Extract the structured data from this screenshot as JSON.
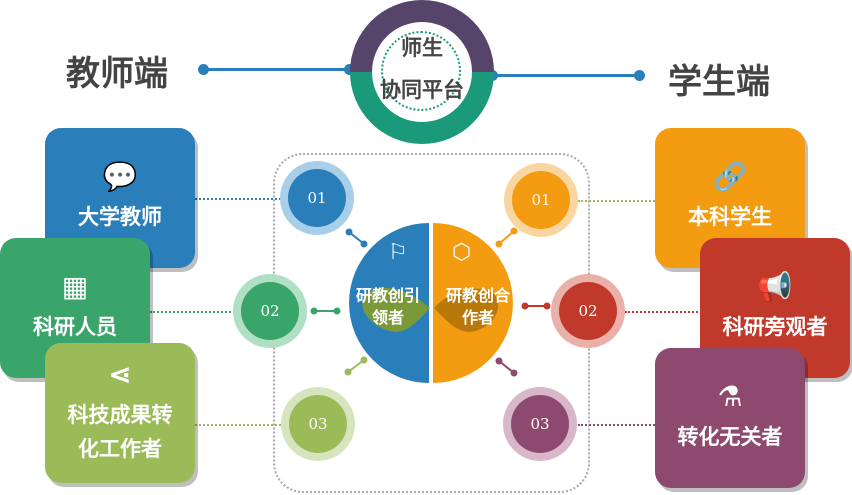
{
  "platform": {
    "line1": "师生",
    "line2": "协同平台"
  },
  "teacher_side": {
    "title": "教师端",
    "cards": [
      {
        "label": "大学教师",
        "icon": "chat-icon",
        "color": "#2a7fba"
      },
      {
        "label": "科研人员",
        "icon": "calendar-icon",
        "color": "#3aa56b"
      },
      {
        "label": "科技成果转化工作者",
        "line1": "科技成果转",
        "line2": "化工作者",
        "icon": "share-icon",
        "color": "#9bbb59"
      }
    ]
  },
  "student_side": {
    "title": "学生端",
    "cards": [
      {
        "label": "本科学生",
        "icon": "link-icon",
        "color": "#f39c12"
      },
      {
        "label": "科研旁观者",
        "icon": "megaphone-icon",
        "color": "#c0392b"
      },
      {
        "label": "转化无关者",
        "icon": "flask-icon",
        "color": "#8e4a6e"
      }
    ]
  },
  "center": {
    "left": {
      "line1": "研教创引",
      "line2": "领者",
      "icon": "flag-icon"
    },
    "right": {
      "line1": "研教创合",
      "line2": "作者",
      "icon": "codepen-icon"
    }
  },
  "numbers": {
    "left": [
      "01",
      "02",
      "03"
    ],
    "right": [
      "01",
      "02",
      "03"
    ]
  }
}
